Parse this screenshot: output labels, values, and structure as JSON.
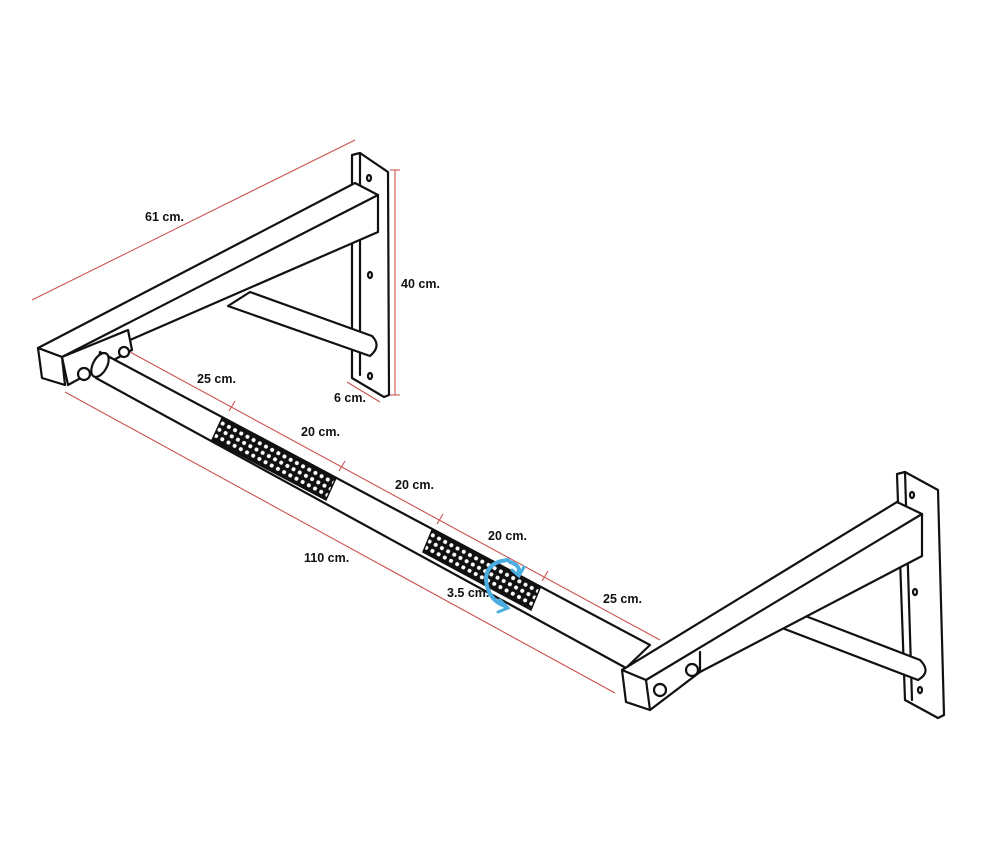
{
  "title": "Pull-up bar dimensions",
  "colors": {
    "ink": "#111111",
    "dimension": "#c9534f",
    "rotation_arrow": "#4aaee0"
  },
  "labels": {
    "arm_length": "61 cm.",
    "plate_height": "40 cm.",
    "plate_width": "6 cm.",
    "bar_segment_1": "25 cm.",
    "bar_segment_2": "20 cm.",
    "bar_segment_3": "20 cm.",
    "bar_segment_4": "20 cm.",
    "bar_segment_5": "25 cm.",
    "bar_length": "110 cm.",
    "bar_diameter": "3.5 cm."
  }
}
